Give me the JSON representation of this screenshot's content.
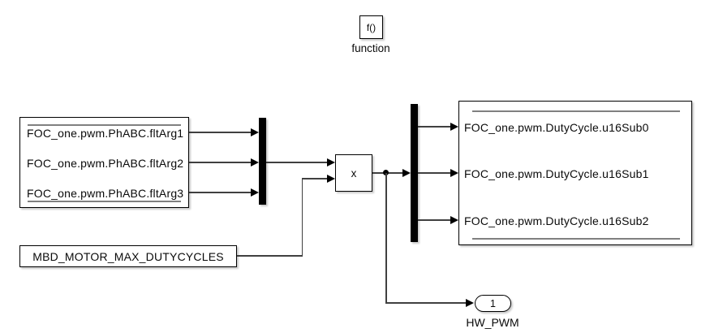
{
  "colors": {
    "bg": "#ffffff",
    "wire": "#404040",
    "block_border": "#000000",
    "block_fill": "#ffffff",
    "bar_fill": "#000000",
    "separator": "#808080",
    "text": "#0a0a0a"
  },
  "blocks": {
    "function": {
      "symbol": "f()",
      "label": "function"
    },
    "input_data_store": {
      "elements": [
        "FOC_one.pwm.PhABC.fltArg1",
        "FOC_one.pwm.PhABC.fltArg2",
        "FOC_one.pwm.PhABC.fltArg3"
      ]
    },
    "product": {
      "symbol": "x"
    },
    "max_duty_constant": {
      "label": "MBD_MOTOR_MAX_DUTYCYCLES"
    },
    "output_data_store": {
      "elements": [
        "FOC_one.pwm.DutyCycle.u16Sub0",
        "FOC_one.pwm.DutyCycle.u16Sub1",
        "FOC_one.pwm.DutyCycle.u16Sub2"
      ]
    },
    "outport": {
      "number": "1",
      "label": "HW_PWM"
    }
  }
}
